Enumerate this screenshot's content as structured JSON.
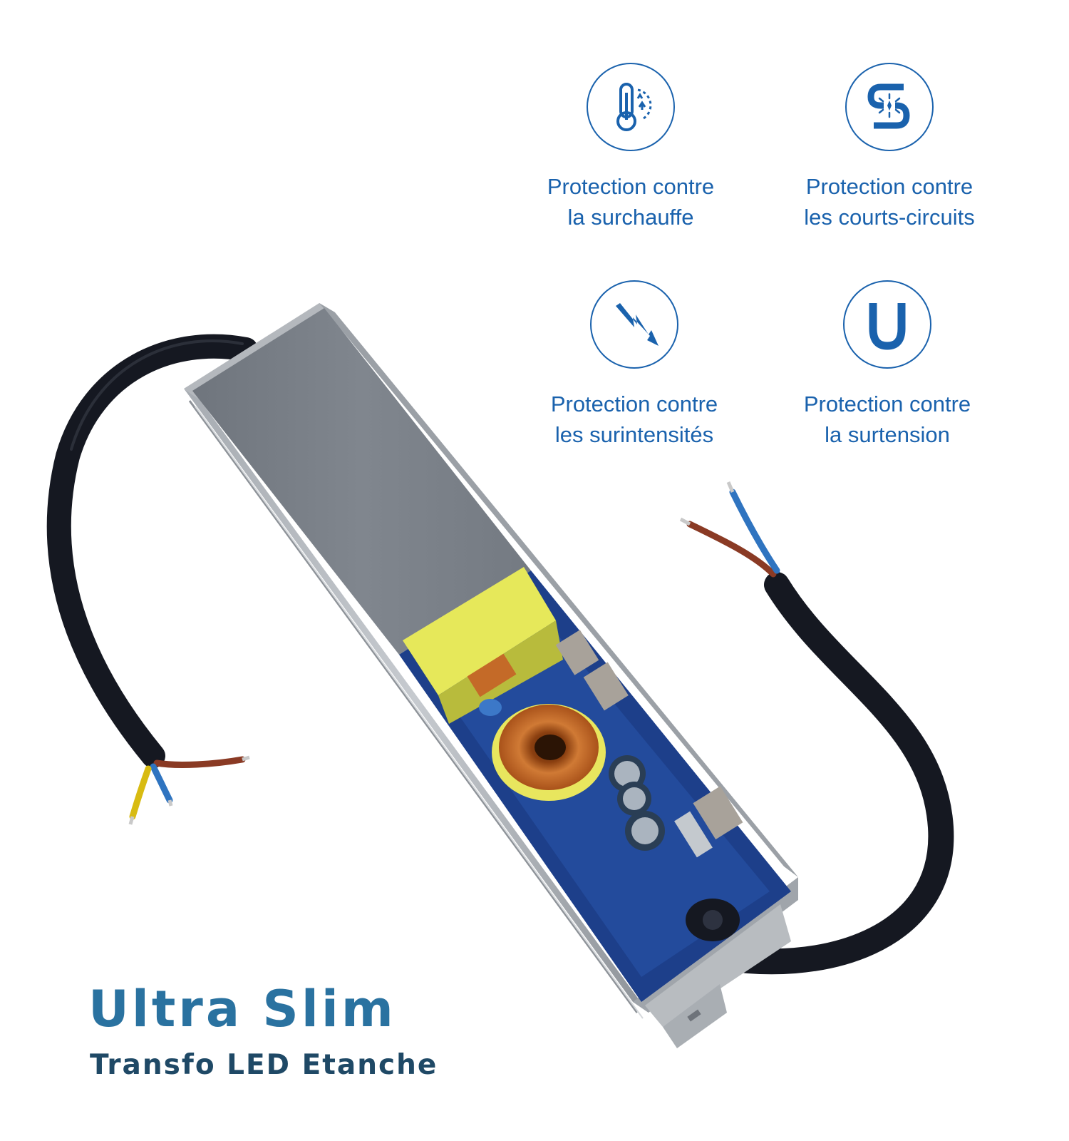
{
  "features": [
    {
      "icon": "thermometer-icon",
      "line1": "Protection contre",
      "line2": "la surchauffe"
    },
    {
      "icon": "short-circuit-icon",
      "line1": "Protection contre",
      "line2": "les courts-circuits"
    },
    {
      "icon": "lightning-icon",
      "line1": "Protection contre",
      "line2": "les surintensités"
    },
    {
      "icon": "voltage-u-icon",
      "line1": "Protection contre",
      "line2": "la surtension"
    }
  ],
  "headline": {
    "title": "Ultra Slim",
    "subtitle": "Transfo LED Etanche"
  },
  "colors": {
    "icon_blue": "#1a62ad",
    "headline_blue": "#2a72a0",
    "subline_navy": "#1f4966",
    "housing_grey": "#7c8289",
    "pcb_blue": "#1d3f8a",
    "transformer_yellow": "#e6e85a",
    "coil_copper": "#c46a28",
    "cable_black": "#151821"
  }
}
